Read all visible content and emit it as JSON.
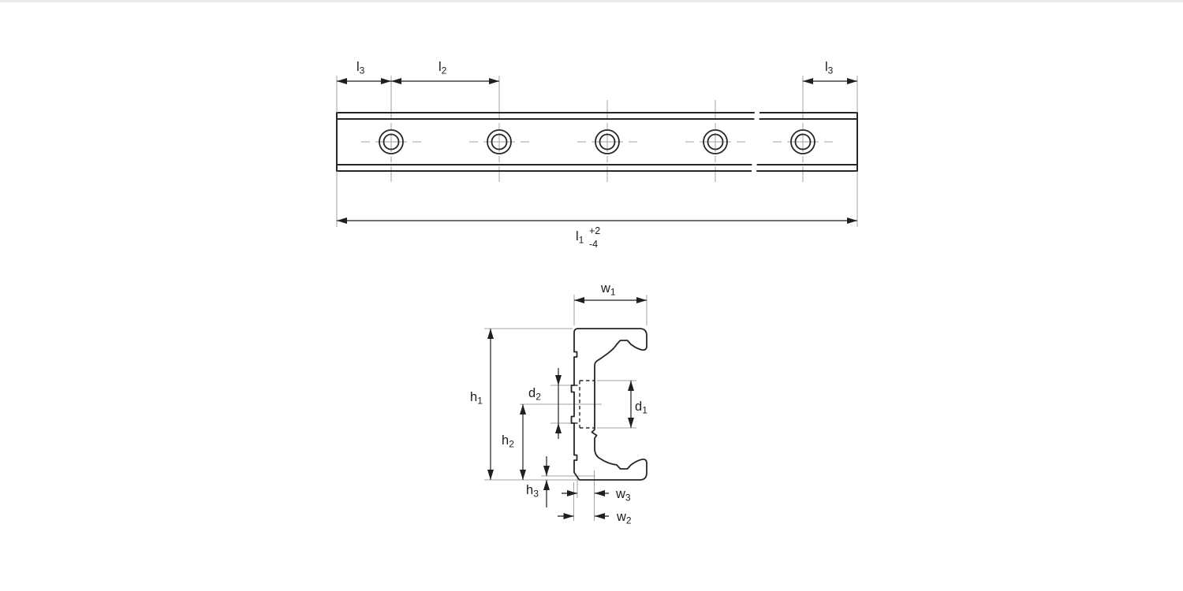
{
  "meta": {
    "background": "#ffffff",
    "top_border_color": "#ebebeb",
    "outline_color": "#262626",
    "thin_line_color": "#a3a3a3",
    "text_color": "#1c1c1c"
  },
  "top_view": {
    "hole_count": 5,
    "dim_l3_left": {
      "base": "l",
      "sub": "3"
    },
    "dim_l2": {
      "base": "l",
      "sub": "2"
    },
    "dim_l3_right": {
      "base": "l",
      "sub": "3"
    },
    "dim_l1": {
      "base": "l",
      "sub": "1",
      "tolerance_upper": "+2",
      "tolerance_lower": "-4"
    }
  },
  "section_view": {
    "dim_w1": {
      "base": "w",
      "sub": "1"
    },
    "dim_h1": {
      "base": "h",
      "sub": "1"
    },
    "dim_h2": {
      "base": "h",
      "sub": "2"
    },
    "dim_h3": {
      "base": "h",
      "sub": "3"
    },
    "dim_d1": {
      "base": "d",
      "sub": "1"
    },
    "dim_d2": {
      "base": "d",
      "sub": "2"
    },
    "dim_w3": {
      "base": "w",
      "sub": "3"
    },
    "dim_w2": {
      "base": "w",
      "sub": "2"
    }
  }
}
